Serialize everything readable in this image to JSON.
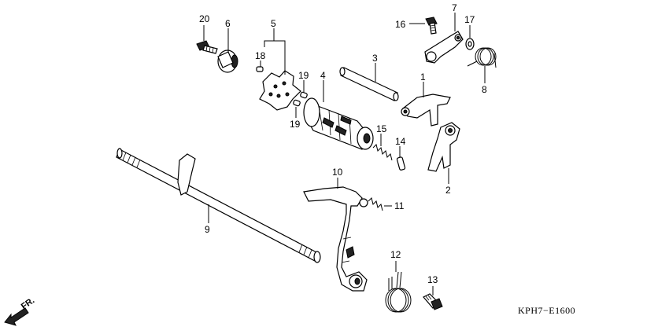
{
  "callouts": [
    {
      "id": "20",
      "label": "20"
    },
    {
      "id": "6",
      "label": "6"
    },
    {
      "id": "5",
      "label": "5"
    },
    {
      "id": "18",
      "label": "18"
    },
    {
      "id": "19a",
      "label": "19"
    },
    {
      "id": "19b",
      "label": "19"
    },
    {
      "id": "4",
      "label": "4"
    },
    {
      "id": "3",
      "label": "3"
    },
    {
      "id": "1",
      "label": "1"
    },
    {
      "id": "16",
      "label": "16"
    },
    {
      "id": "7",
      "label": "7"
    },
    {
      "id": "17",
      "label": "17"
    },
    {
      "id": "8",
      "label": "8"
    },
    {
      "id": "2",
      "label": "2"
    },
    {
      "id": "15",
      "label": "15"
    },
    {
      "id": "14",
      "label": "14"
    },
    {
      "id": "10",
      "label": "10"
    },
    {
      "id": "11",
      "label": "11"
    },
    {
      "id": "9",
      "label": "9"
    },
    {
      "id": "12",
      "label": "12"
    },
    {
      "id": "13",
      "label": "13"
    }
  ],
  "diagram_code": "KPH7−E1600",
  "direction_label": "FR."
}
